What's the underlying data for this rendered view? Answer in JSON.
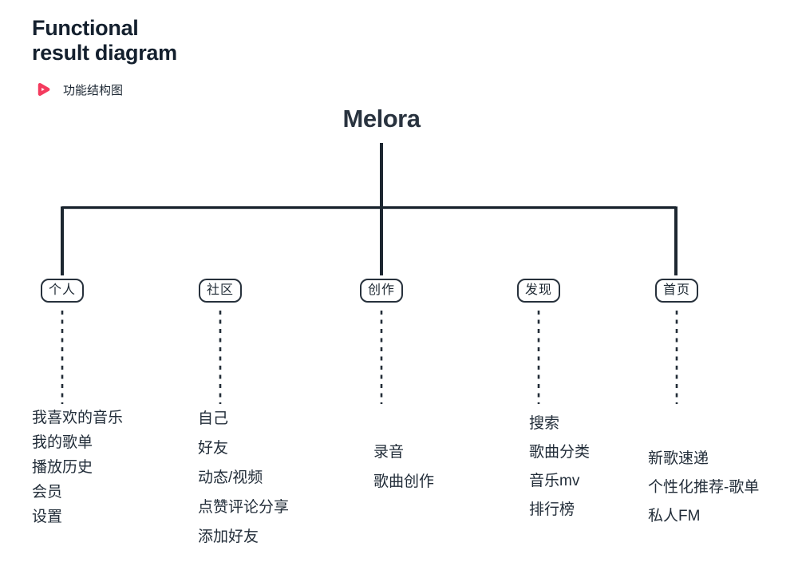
{
  "page": {
    "title_line1": "Functional",
    "title_line2": "result diagram",
    "subtitle": "功能结构图"
  },
  "colors": {
    "ink": "#1c2733",
    "accent_pink": "#f43b5e",
    "line": "#1d2731"
  },
  "icons": {
    "subtitle_icon": "play-outline-icon"
  },
  "tree": {
    "root": "Melora",
    "branches": [
      {
        "label": "个人",
        "items": [
          "我喜欢的音乐",
          "我的歌单",
          "播放历史",
          "会员",
          "设置"
        ]
      },
      {
        "label": "社区",
        "items": [
          "自己",
          "好友",
          "动态/视频",
          "点赞评论分享",
          "添加好友"
        ]
      },
      {
        "label": "创作",
        "items": [
          "录音",
          "歌曲创作"
        ]
      },
      {
        "label": "发现",
        "items": [
          "搜索",
          "歌曲分类",
          "音乐mv",
          "排行榜"
        ]
      },
      {
        "label": "首页",
        "items": [
          "新歌速递",
          "个性化推荐-歌单",
          "私人FM"
        ]
      }
    ]
  }
}
